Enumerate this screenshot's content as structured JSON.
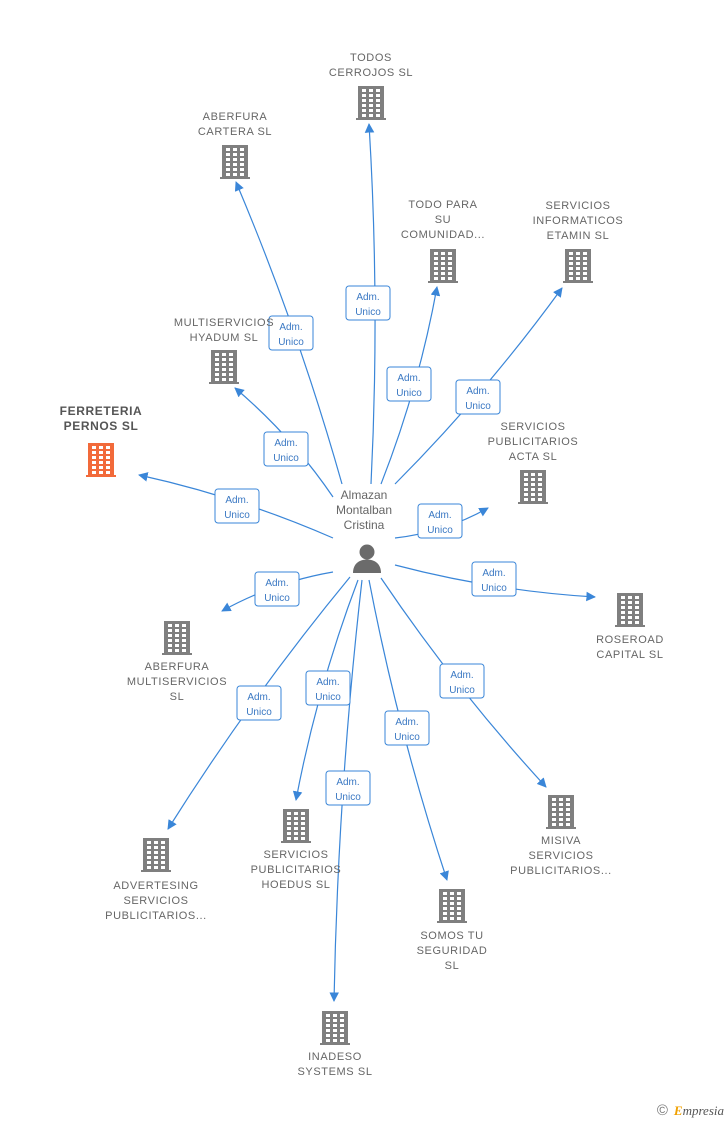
{
  "center": {
    "name_lines": [
      "Almazan",
      "Montalban",
      "Cristina"
    ],
    "icon": "person-icon"
  },
  "role_label": [
    "Adm.",
    "Unico"
  ],
  "companies": [
    {
      "id": "todos-cerrojos",
      "lines": [
        "TODOS",
        "CERROJOS  SL"
      ],
      "highlight": false
    },
    {
      "id": "aberfura-cartera",
      "lines": [
        "ABERFURA",
        "CARTERA  SL"
      ],
      "highlight": false
    },
    {
      "id": "todo-para-su-comunidad",
      "lines": [
        "TODO PARA",
        "SU",
        "COMUNIDAD..."
      ],
      "highlight": false
    },
    {
      "id": "servicios-informaticos-etamin",
      "lines": [
        "SERVICIOS",
        "INFORMATICOS",
        "ETAMIN  SL"
      ],
      "highlight": false
    },
    {
      "id": "multiservicios-hyadum",
      "lines": [
        "MULTISERVICIOS",
        "HYADUM  SL"
      ],
      "highlight": false
    },
    {
      "id": "ferreteria-pernos",
      "lines": [
        "FERRETERIA",
        "PERNOS  SL"
      ],
      "highlight": true
    },
    {
      "id": "servicios-publicitarios-acta",
      "lines": [
        "SERVICIOS",
        "PUBLICITARIOS",
        "ACTA  SL"
      ],
      "highlight": false
    },
    {
      "id": "roseroad-capital",
      "lines": [
        "ROSEROAD",
        "CAPITAL  SL"
      ],
      "highlight": false
    },
    {
      "id": "aberfura-multiservicios",
      "lines": [
        "ABERFURA",
        "MULTISERVICIOS",
        "SL"
      ],
      "highlight": false
    },
    {
      "id": "advertesing-servicios",
      "lines": [
        "ADVERTESING",
        "SERVICIOS",
        "PUBLICITARIOS..."
      ],
      "highlight": false
    },
    {
      "id": "servicios-publicitarios-hoedus",
      "lines": [
        "SERVICIOS",
        "PUBLICITARIOS",
        "HOEDUS  SL"
      ],
      "highlight": false
    },
    {
      "id": "inadeso-systems",
      "lines": [
        "INADESO",
        "SYSTEMS  SL"
      ],
      "highlight": false
    },
    {
      "id": "somos-tu-seguridad",
      "lines": [
        "SOMOS TU",
        "SEGURIDAD",
        "SL"
      ],
      "highlight": false
    },
    {
      "id": "misiva-servicios",
      "lines": [
        "MISIVA",
        "SERVICIOS",
        "PUBLICITARIOS..."
      ],
      "highlight": false
    }
  ],
  "colors": {
    "edge": "#3a86d8",
    "building": "#7f7f7f",
    "building_highlight": "#f26a3a",
    "label": "#666666"
  },
  "watermark": {
    "symbol": "©",
    "brand_first": "E",
    "brand_rest": "mpresia"
  }
}
